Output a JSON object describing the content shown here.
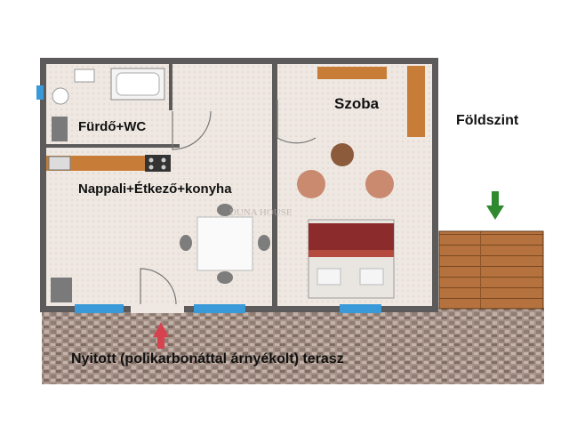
{
  "labels": {
    "bathroom": "Fürdő+WC",
    "living": "Nappali+Étkező+konyha",
    "room": "Szoba",
    "floor": "Földszint",
    "terrace": "Nyitott (polikarbonáttal árnyékolt) terasz",
    "watermark": "DUNA HOUSE"
  },
  "colors": {
    "wall": "#5c5a5a",
    "floor_tile": "#efe8e2",
    "terrace_stone": "#9c8a80",
    "deck_wood": "#b5723e",
    "window": "#3a9ad9",
    "kitchen_counter": "#c77d38",
    "bed_red": "#8c2b2b",
    "chair_terracotta": "#c98a6f",
    "arrow_green": "#2f8a2f",
    "arrow_red": "#d6424e"
  },
  "icons": {
    "floor_arrow": "green-down-arrow",
    "entrance_arrow": "red-up-arrow"
  }
}
